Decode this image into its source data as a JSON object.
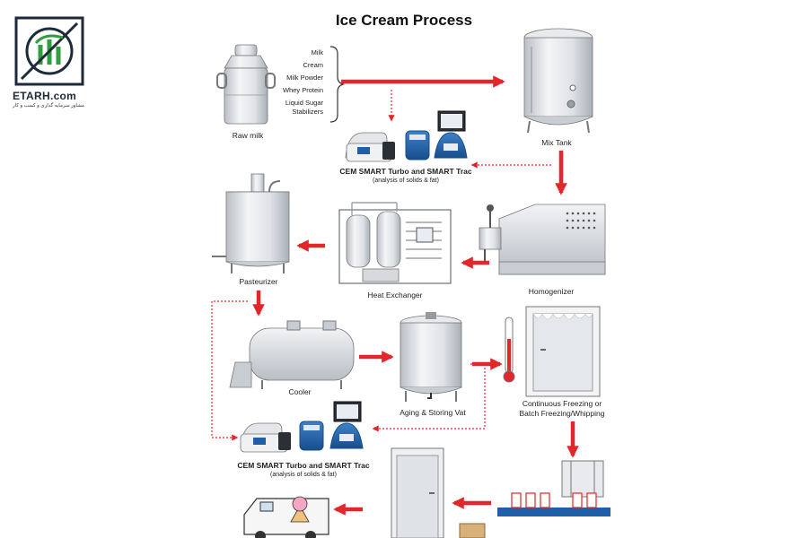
{
  "brand": {
    "name": "ETARH.com",
    "tagline": "مشاور سرمایه گذاری و کسب و کار",
    "colors": {
      "navy": "#1d2a3a",
      "green": "#2e9e3f"
    }
  },
  "title": "Ice Cream Process",
  "colors": {
    "arrow": "#e3262a",
    "dotted": "#e3262a",
    "steel": "#d9dde2",
    "blue": "#1f5fa8"
  },
  "ingredients": [
    "Milk",
    "Cream",
    "Milk Powder",
    "Whey Protein",
    "Liquid Sugar",
    "Stabilizers"
  ],
  "stages": {
    "raw_milk": "Raw milk",
    "mix_tank": "Mix Tank",
    "homogenizer": "Homogenizer",
    "heat_exchanger": "Heat Exchanger",
    "pasteurizer": "Pasteurizer",
    "cooler": "Cooler",
    "aging": "Aging & Storing Vat",
    "freezing_line1": "Continuous Freezing or",
    "freezing_line2": "Batch Freezing/Whipping"
  },
  "analysis_top": {
    "title": "CEM SMART Turbo and SMART Trac",
    "subtitle": "(analysis of solids & fat)"
  },
  "analysis_bottom": {
    "title": "CEM SMART Turbo and SMART Trac",
    "subtitle": "(analysis of solids & fat)"
  }
}
